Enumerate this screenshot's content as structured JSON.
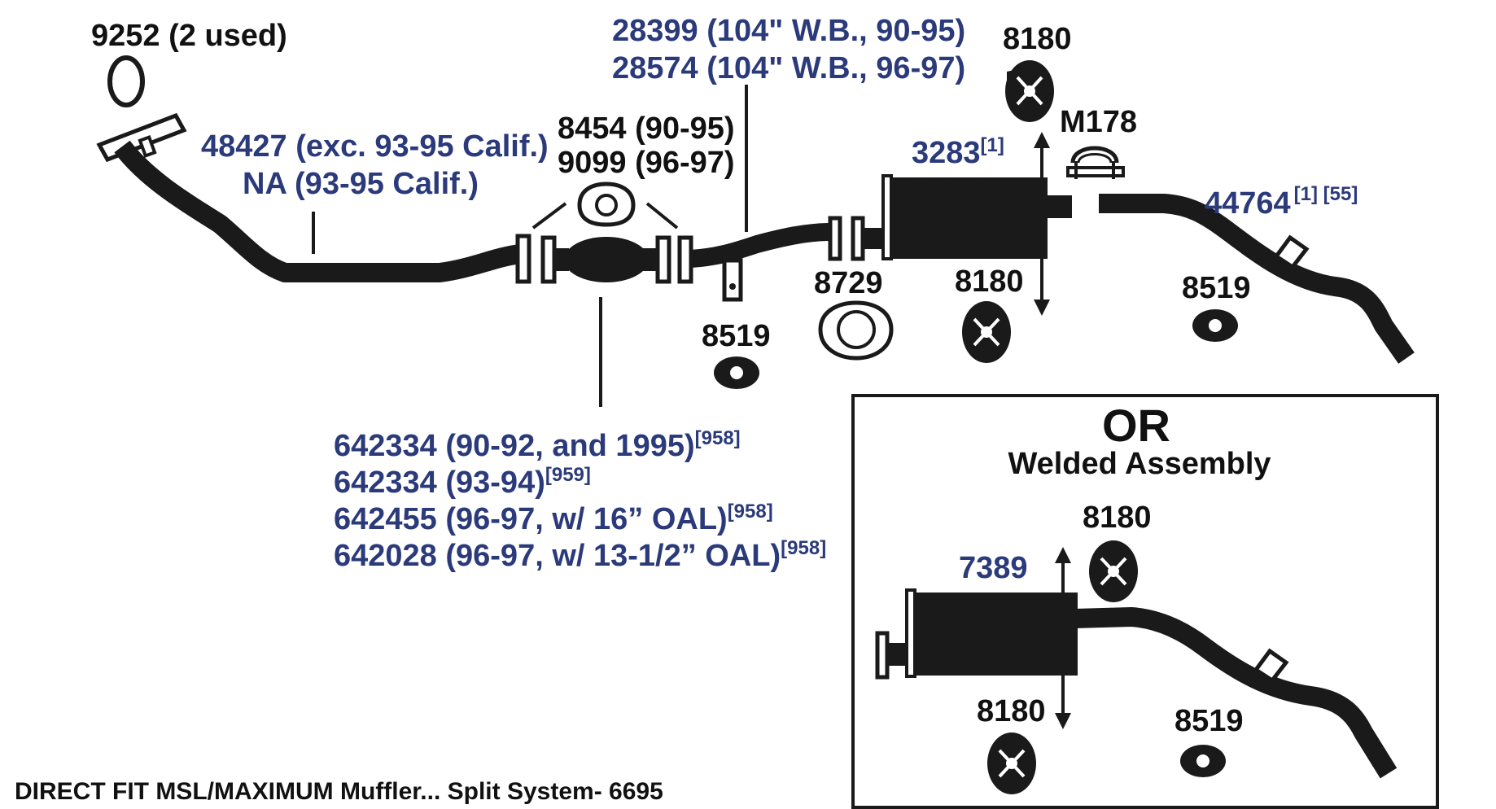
{
  "labels": {
    "gasket_top": "9252 (2 used)",
    "pipe_front_1": "48427 (exc. 93-95 Calif.)",
    "pipe_front_2": "NA (93-95 Calif.)",
    "gasket_cat_1": "8454 (90-95)",
    "gasket_cat_2": "9099 (96-97)",
    "int_pipe_1": "28399 (104\" W.B., 90-95)",
    "int_pipe_2": "28574 (104\" W.B., 96-97)",
    "hanger_top": "8180",
    "clamp": "M178",
    "muffler": "3283",
    "muffler_note": "[1]",
    "tailpipe": "44764",
    "tailpipe_note": "[1] [55]",
    "gasket_mid": "8729",
    "hanger_mid": "8180",
    "hanger_tail": "8519",
    "hanger_int": "8519",
    "cat_1": "642334 (90-92, and 1995)",
    "cat_1_note": "[958]",
    "cat_2": "642334 (93-94)",
    "cat_2_note": "[959]",
    "cat_3": "642455 (96-97, w/ 16” OAL)",
    "cat_3_note": "[958]",
    "cat_4": "642028 (96-97, w/ 13-1/2” OAL)",
    "cat_4_note": "[958]",
    "footer": "DIRECT FIT MSL/MAXIMUM Muffler... Split System- 6695"
  },
  "inset": {
    "or": "OR",
    "subtitle": "Welded Assembly",
    "muffler": "7389",
    "hanger_top": "8180",
    "hanger_bottom": "8180",
    "hanger_tail": "8519"
  },
  "colors": {
    "label_dark": "#111111",
    "label_blue": "#2b3a7a",
    "part": "#1a1a1a"
  }
}
